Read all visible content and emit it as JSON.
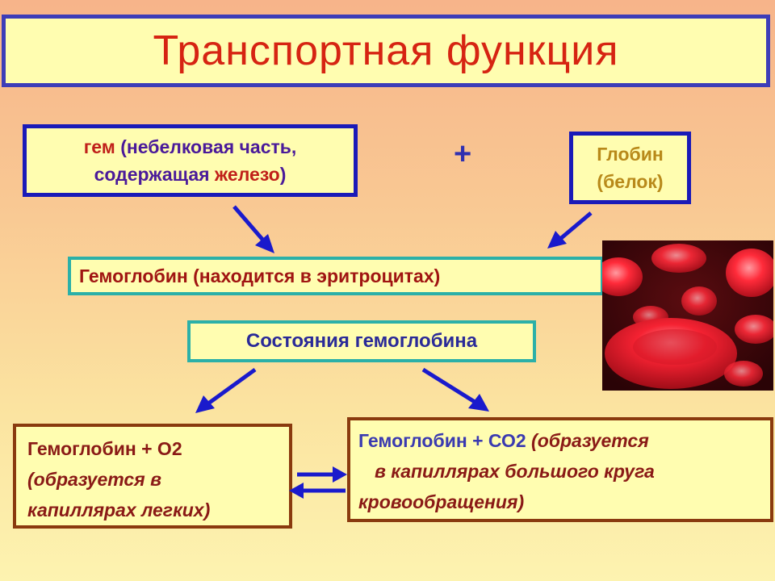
{
  "title": "Транспортная функция",
  "heme": {
    "part1": "гем",
    "part2": " (небелковая часть,",
    "part3": "содержащая ",
    "part4": "железо",
    "part5": ")"
  },
  "plus": "+",
  "globin": {
    "line1": "Глобин",
    "line2": "(белок)"
  },
  "hemoglobin": "Гемоглобин (находится в эритроцитах)",
  "states": "Состояния гемоглобина",
  "oxy": {
    "line1": "Гемоглобин + О2",
    "line2": "(образуется в",
    "line3": "капиллярах легких)"
  },
  "carb": {
    "lead": "Гемоглобин + СО2 ",
    "tail1": "(образуется",
    "line2": "в капиллярах большого круга",
    "line3": "кровообращения)"
  },
  "colors": {
    "arrow": "#1a1acc",
    "title_text": "#d62412",
    "title_border": "#3d3db8"
  },
  "icons": {
    "photo": "red-blood-cells-image"
  }
}
